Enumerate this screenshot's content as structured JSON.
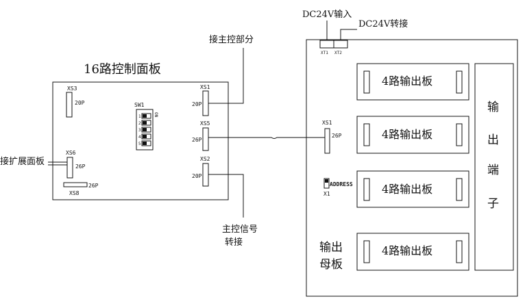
{
  "control_board": {
    "title": "16路控制面板",
    "xs3": {
      "label": "XS3",
      "pins": "20P"
    },
    "xs6": {
      "label": "XS6",
      "pins": "26P"
    },
    "xs8": {
      "label": "XS8",
      "pins": "26P"
    },
    "sw1": {
      "label": "SW1",
      "on": "ON",
      "switch_numbers": [
        "1",
        "2",
        "3",
        "4",
        "5"
      ]
    },
    "xs1": {
      "label": "XS1",
      "pins": "20P"
    },
    "xs5": {
      "label": "XS5",
      "pins": "26P"
    },
    "xs2": {
      "label": "XS2",
      "pins": "20P"
    }
  },
  "annotations": {
    "main_control": "接主控部分",
    "expansion": "接扩展面板",
    "signal_line1": "主控信号",
    "signal_line2": "转接",
    "dc_in": "DC24V输入",
    "dc_out": "DC24V转接"
  },
  "mother_board": {
    "title_line1": "输出",
    "title_line2": "母板",
    "xt1": "XT1",
    "xt2": "XT2",
    "xs1": {
      "label": "XS1",
      "pins": "26P"
    },
    "x1": {
      "label": "X1",
      "address": "ADDRESS"
    },
    "output_boards": [
      "4路输出板",
      "4路输出板",
      "4路输出板",
      "4路输出板"
    ],
    "terminal_chars": [
      "输",
      "出",
      "端",
      "子"
    ]
  }
}
